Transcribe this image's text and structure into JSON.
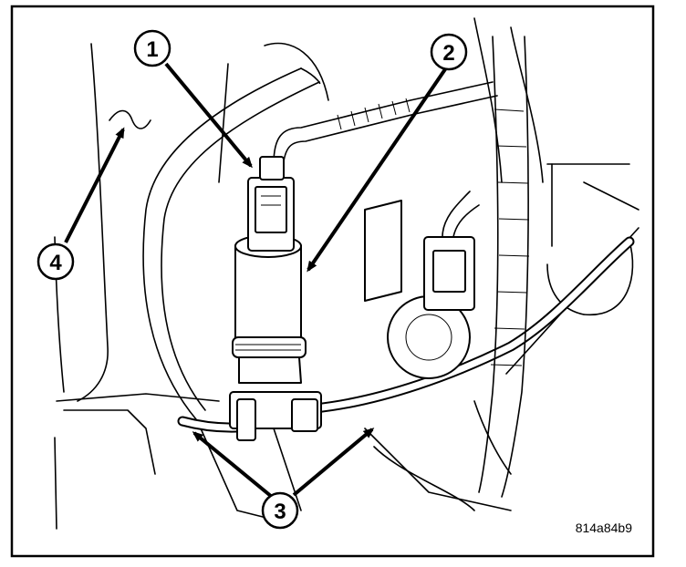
{
  "callouts": {
    "c1": "1",
    "c2": "2",
    "c3": "3",
    "c4": "4"
  },
  "figure_code": "814a84b9",
  "colors": {
    "ink": "#000000",
    "paper": "#ffffff"
  }
}
